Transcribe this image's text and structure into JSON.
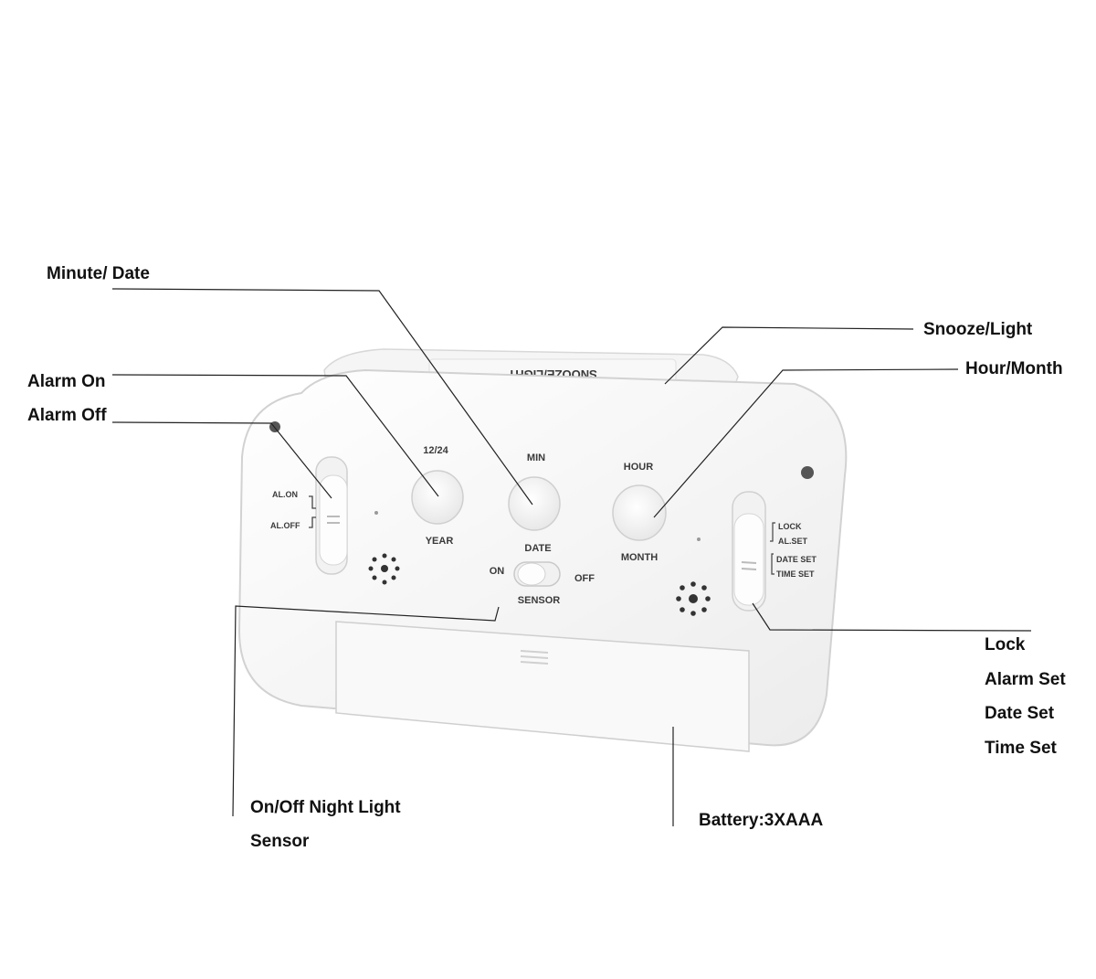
{
  "callouts": {
    "minute_date": "Minute/ Date",
    "snooze_light": "Snooze/Light",
    "hour_month": "Hour/Month",
    "alarm_on": "Alarm On",
    "alarm_off": "Alarm Off",
    "lock": "Lock",
    "alarm_set": "Alarm Set",
    "date_set": "Date  Set",
    "time_set": "Time  Set",
    "night_light": "On/Off Night Light",
    "sensor": "Sensor",
    "battery": "Battery:3XAAA"
  },
  "device": {
    "top_button": "SNOOZE/LIGHT",
    "btn_1224": "12/24",
    "btn_year": "YEAR",
    "btn_min": "MIN",
    "btn_date": "DATE",
    "btn_hour": "HOUR",
    "btn_month": "MONTH",
    "sensor_on": "ON",
    "sensor_off": "OFF",
    "sensor_label": "SENSOR",
    "left_switch_on": "AL.ON",
    "left_switch_off": "AL.OFF",
    "right_lock": "LOCK",
    "right_alset": "AL.SET",
    "right_dateset": "DATE SET",
    "right_timeset": "TIME SET"
  },
  "colors": {
    "body": "#fbfbfb",
    "outline": "#d4d4d4",
    "leader_line": "#222222"
  }
}
